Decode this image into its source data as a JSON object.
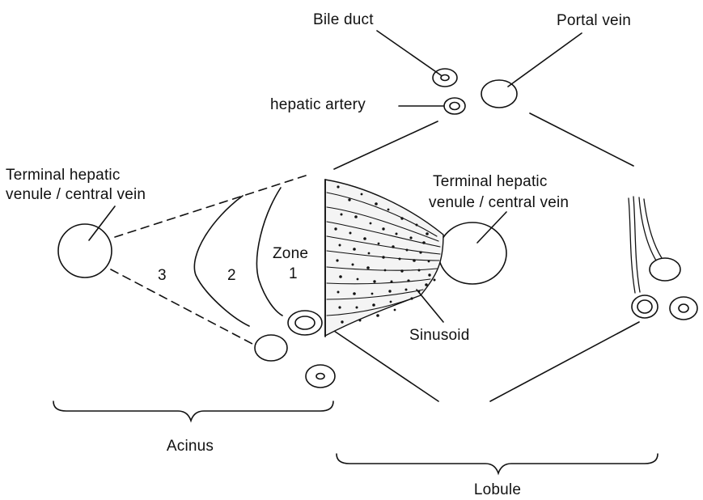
{
  "labels": {
    "bile_duct": "Bile duct",
    "portal_vein": "Portal vein",
    "hepatic_artery": "hepatic artery",
    "left_central_vein_line1": "Terminal hepatic",
    "left_central_vein_line2": "venule / central vein",
    "right_central_vein_line1": "Terminal hepatic",
    "right_central_vein_line2": "venule / central vein",
    "zone_3": "3",
    "zone_2": "2",
    "zone_word": "Zone",
    "zone_1": "1",
    "sinusoid": "Sinusoid",
    "acinus": "Acinus",
    "lobule": "Lobule"
  },
  "colors": {
    "ink": "#111111",
    "background": "#ffffff",
    "tissue_fill": "#f4f4f4"
  }
}
